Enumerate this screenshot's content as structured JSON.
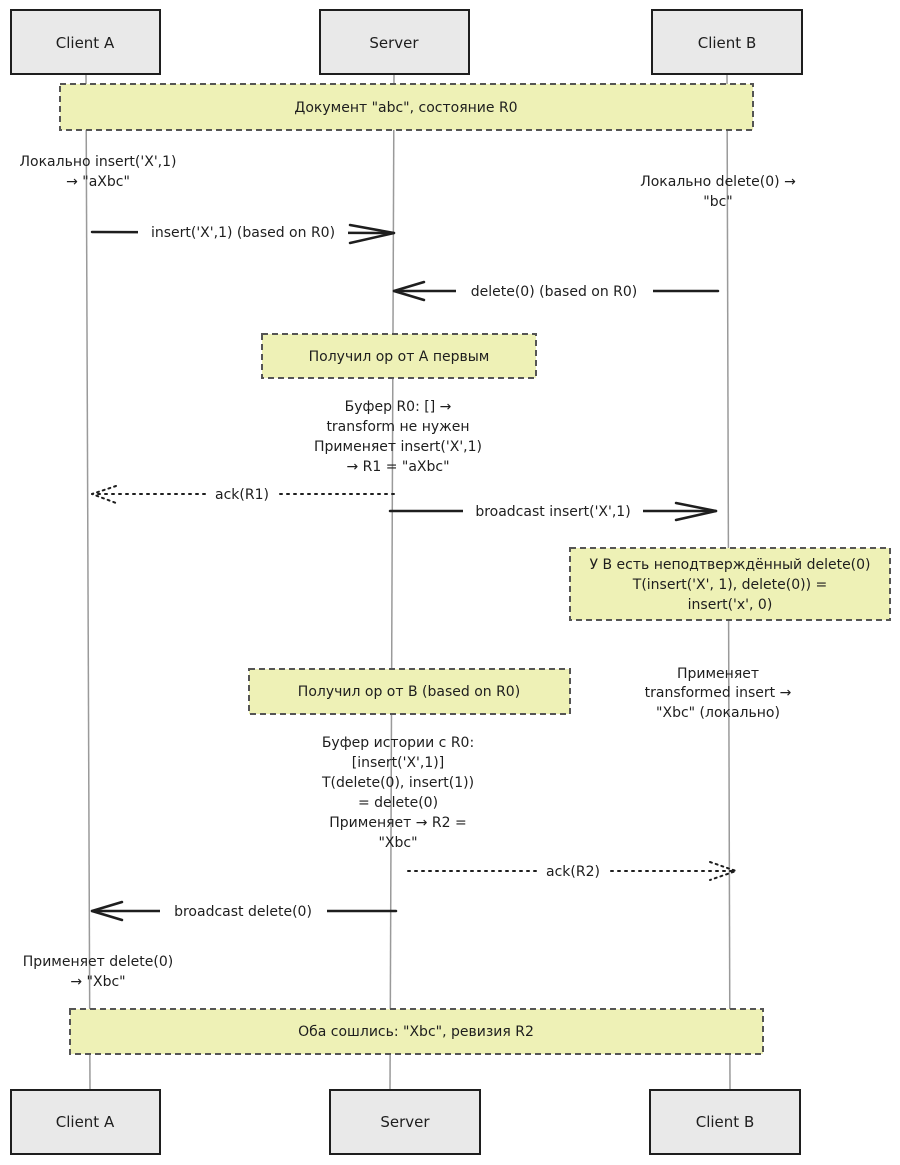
{
  "actors": [
    {
      "id": "a",
      "name": "Client A"
    },
    {
      "id": "s",
      "name": "Server"
    },
    {
      "id": "b",
      "name": "Client B"
    }
  ],
  "notes": [
    {
      "id": "note-initial",
      "lines": [
        "Документ \"abc\", состояние R0"
      ]
    },
    {
      "id": "note-server-first",
      "lines": [
        "Получил op от A первым"
      ]
    },
    {
      "id": "note-b-pending",
      "lines": [
        "У B есть неподтверждённый delete(0)",
        "T(insert('X', 1), delete(0)) =",
        "insert('x', 0)"
      ]
    },
    {
      "id": "note-server-b",
      "lines": [
        "Получил op от B (based on R0)"
      ]
    },
    {
      "id": "note-final",
      "lines": [
        "Оба сошлись: \"Xbc\", ревизия R2"
      ]
    }
  ],
  "texts": [
    {
      "id": "text-a-local",
      "lines": [
        "Локально insert('X',1)",
        "→ \"aXbc\""
      ]
    },
    {
      "id": "text-b-local",
      "lines": [
        "Локально delete(0) →",
        "\"bc\""
      ]
    },
    {
      "id": "text-server-buffer",
      "lines": [
        "Буфер R0: [] →",
        "transform не нужен",
        "Применяет insert('X',1)",
        "→ R1 = \"aXbc\""
      ]
    },
    {
      "id": "text-b-apply",
      "lines": [
        "Применяет",
        "transformed insert →",
        "\"Xbc\" (локально)"
      ]
    },
    {
      "id": "text-server-history",
      "lines": [
        "Буфер истории с R0:",
        "[insert('X',1)]",
        "T(delete(0), insert(1))",
        "= delete(0)",
        "Применяет → R2 =",
        "\"Xbc\""
      ]
    },
    {
      "id": "text-a-apply",
      "lines": [
        "Применяет delete(0)",
        "→ \"Xbc\""
      ]
    }
  ],
  "messages": [
    {
      "id": "msg-insert",
      "label": "insert('X',1) (based on R0)",
      "from": "a",
      "to": "s",
      "style": "solid"
    },
    {
      "id": "msg-delete",
      "label": "delete(0) (based on R0)",
      "from": "b",
      "to": "s",
      "style": "solid"
    },
    {
      "id": "msg-ack-r1",
      "label": "ack(R1)",
      "from": "s",
      "to": "a",
      "style": "dotted"
    },
    {
      "id": "msg-broadcast-insert",
      "label": "broadcast insert('X',1)",
      "from": "s",
      "to": "b",
      "style": "solid"
    },
    {
      "id": "msg-ack-r2",
      "label": "ack(R2)",
      "from": "s",
      "to": "b",
      "style": "dotted"
    },
    {
      "id": "msg-broadcast-delete",
      "label": "broadcast delete(0)",
      "from": "s",
      "to": "a",
      "style": "solid"
    }
  ]
}
